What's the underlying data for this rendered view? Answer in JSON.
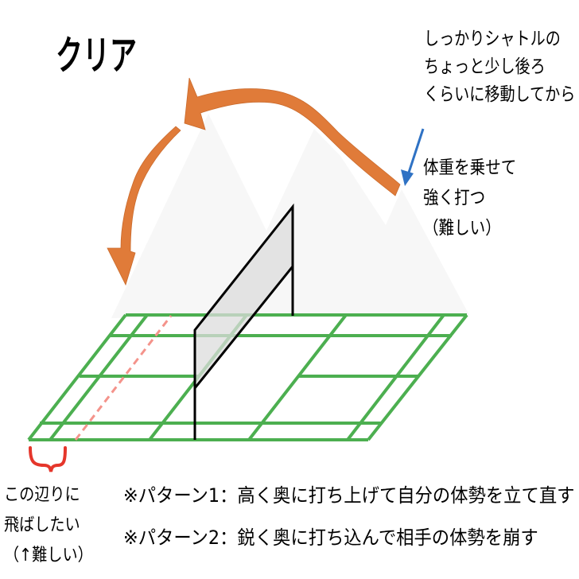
{
  "title": "クリア",
  "annotations": {
    "movement": {
      "lines": [
        "しっかりシャトルの",
        "ちょっと少し後ろ",
        "くらいに移動してから"
      ]
    },
    "power": {
      "lines": [
        "体重を乗せて",
        "強く打つ",
        "（難しい）"
      ]
    },
    "target": {
      "lines": [
        "この辺りに",
        "飛ばしたい",
        "（↑難しい）"
      ]
    }
  },
  "notes": [
    "※パターン1：高く奥に打ち上げて自分の体勢を立て直す",
    "※パターン2：鋭く奥に打ち込んで相手の体勢を崩す"
  ],
  "icons": {
    "shot_trajectory": "curved-arrow-icon",
    "pointer": "arrow-down-left-icon",
    "target_brace": "curly-brace-icon"
  },
  "colors": {
    "court_line": "#4caf50",
    "net_fill": "#dcdcdc",
    "net_outline": "#000000",
    "shot_arrow": "#e07b39",
    "pointer_arrow": "#2f72c4",
    "target_brace": "#e5362b",
    "target_line": "#f4938b",
    "background_shape": "#f7f7f7"
  }
}
